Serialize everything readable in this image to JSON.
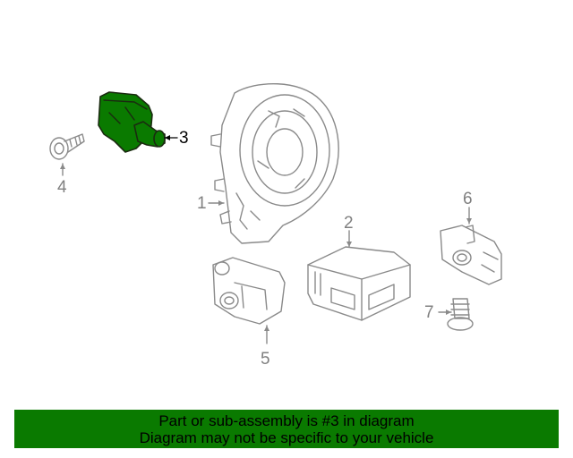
{
  "diagram": {
    "callouts": [
      {
        "id": "1",
        "label": "1"
      },
      {
        "id": "2",
        "label": "2"
      },
      {
        "id": "3",
        "label": "3",
        "highlighted": true
      },
      {
        "id": "4",
        "label": "4"
      },
      {
        "id": "5",
        "label": "5"
      },
      {
        "id": "6",
        "label": "6"
      },
      {
        "id": "7",
        "label": "7"
      }
    ],
    "highlight_color": "#0a7a00",
    "line_color": "#8a8a8a"
  },
  "banner": {
    "line1": "Part or sub-assembly is #3 in diagram",
    "line2": "Diagram may not be specific to your vehicle",
    "background": "#0a7a00"
  }
}
